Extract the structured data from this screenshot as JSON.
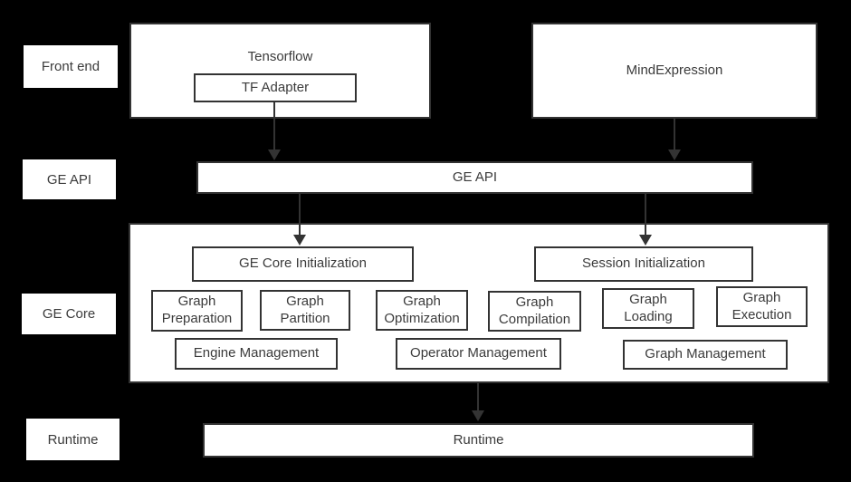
{
  "row_labels": {
    "front_end": "Front end",
    "ge_api": "GE API",
    "ge_core": "GE Core",
    "runtime": "Runtime"
  },
  "front_end": {
    "tensorflow_title": "Tensorflow",
    "tf_adapter": "TF Adapter",
    "mindexpression": "MindExpression"
  },
  "ge_api": {
    "label": "GE API"
  },
  "ge_core": {
    "init": "GE Core Initialization",
    "session": "Session Initialization",
    "modules": [
      "Graph Preparation",
      "Graph Partition",
      "Graph Optimization",
      "Graph Compilation",
      "Graph Loading",
      "Graph Execution"
    ],
    "management": [
      "Engine Management",
      "Operator Management",
      "Graph Management"
    ]
  },
  "runtime": {
    "label": "Runtime"
  },
  "colors": {
    "background": "#000000",
    "box_fill": "#ffffff",
    "box_border": "#333333",
    "text": "#3b3b3b",
    "arrow": "#333333"
  }
}
